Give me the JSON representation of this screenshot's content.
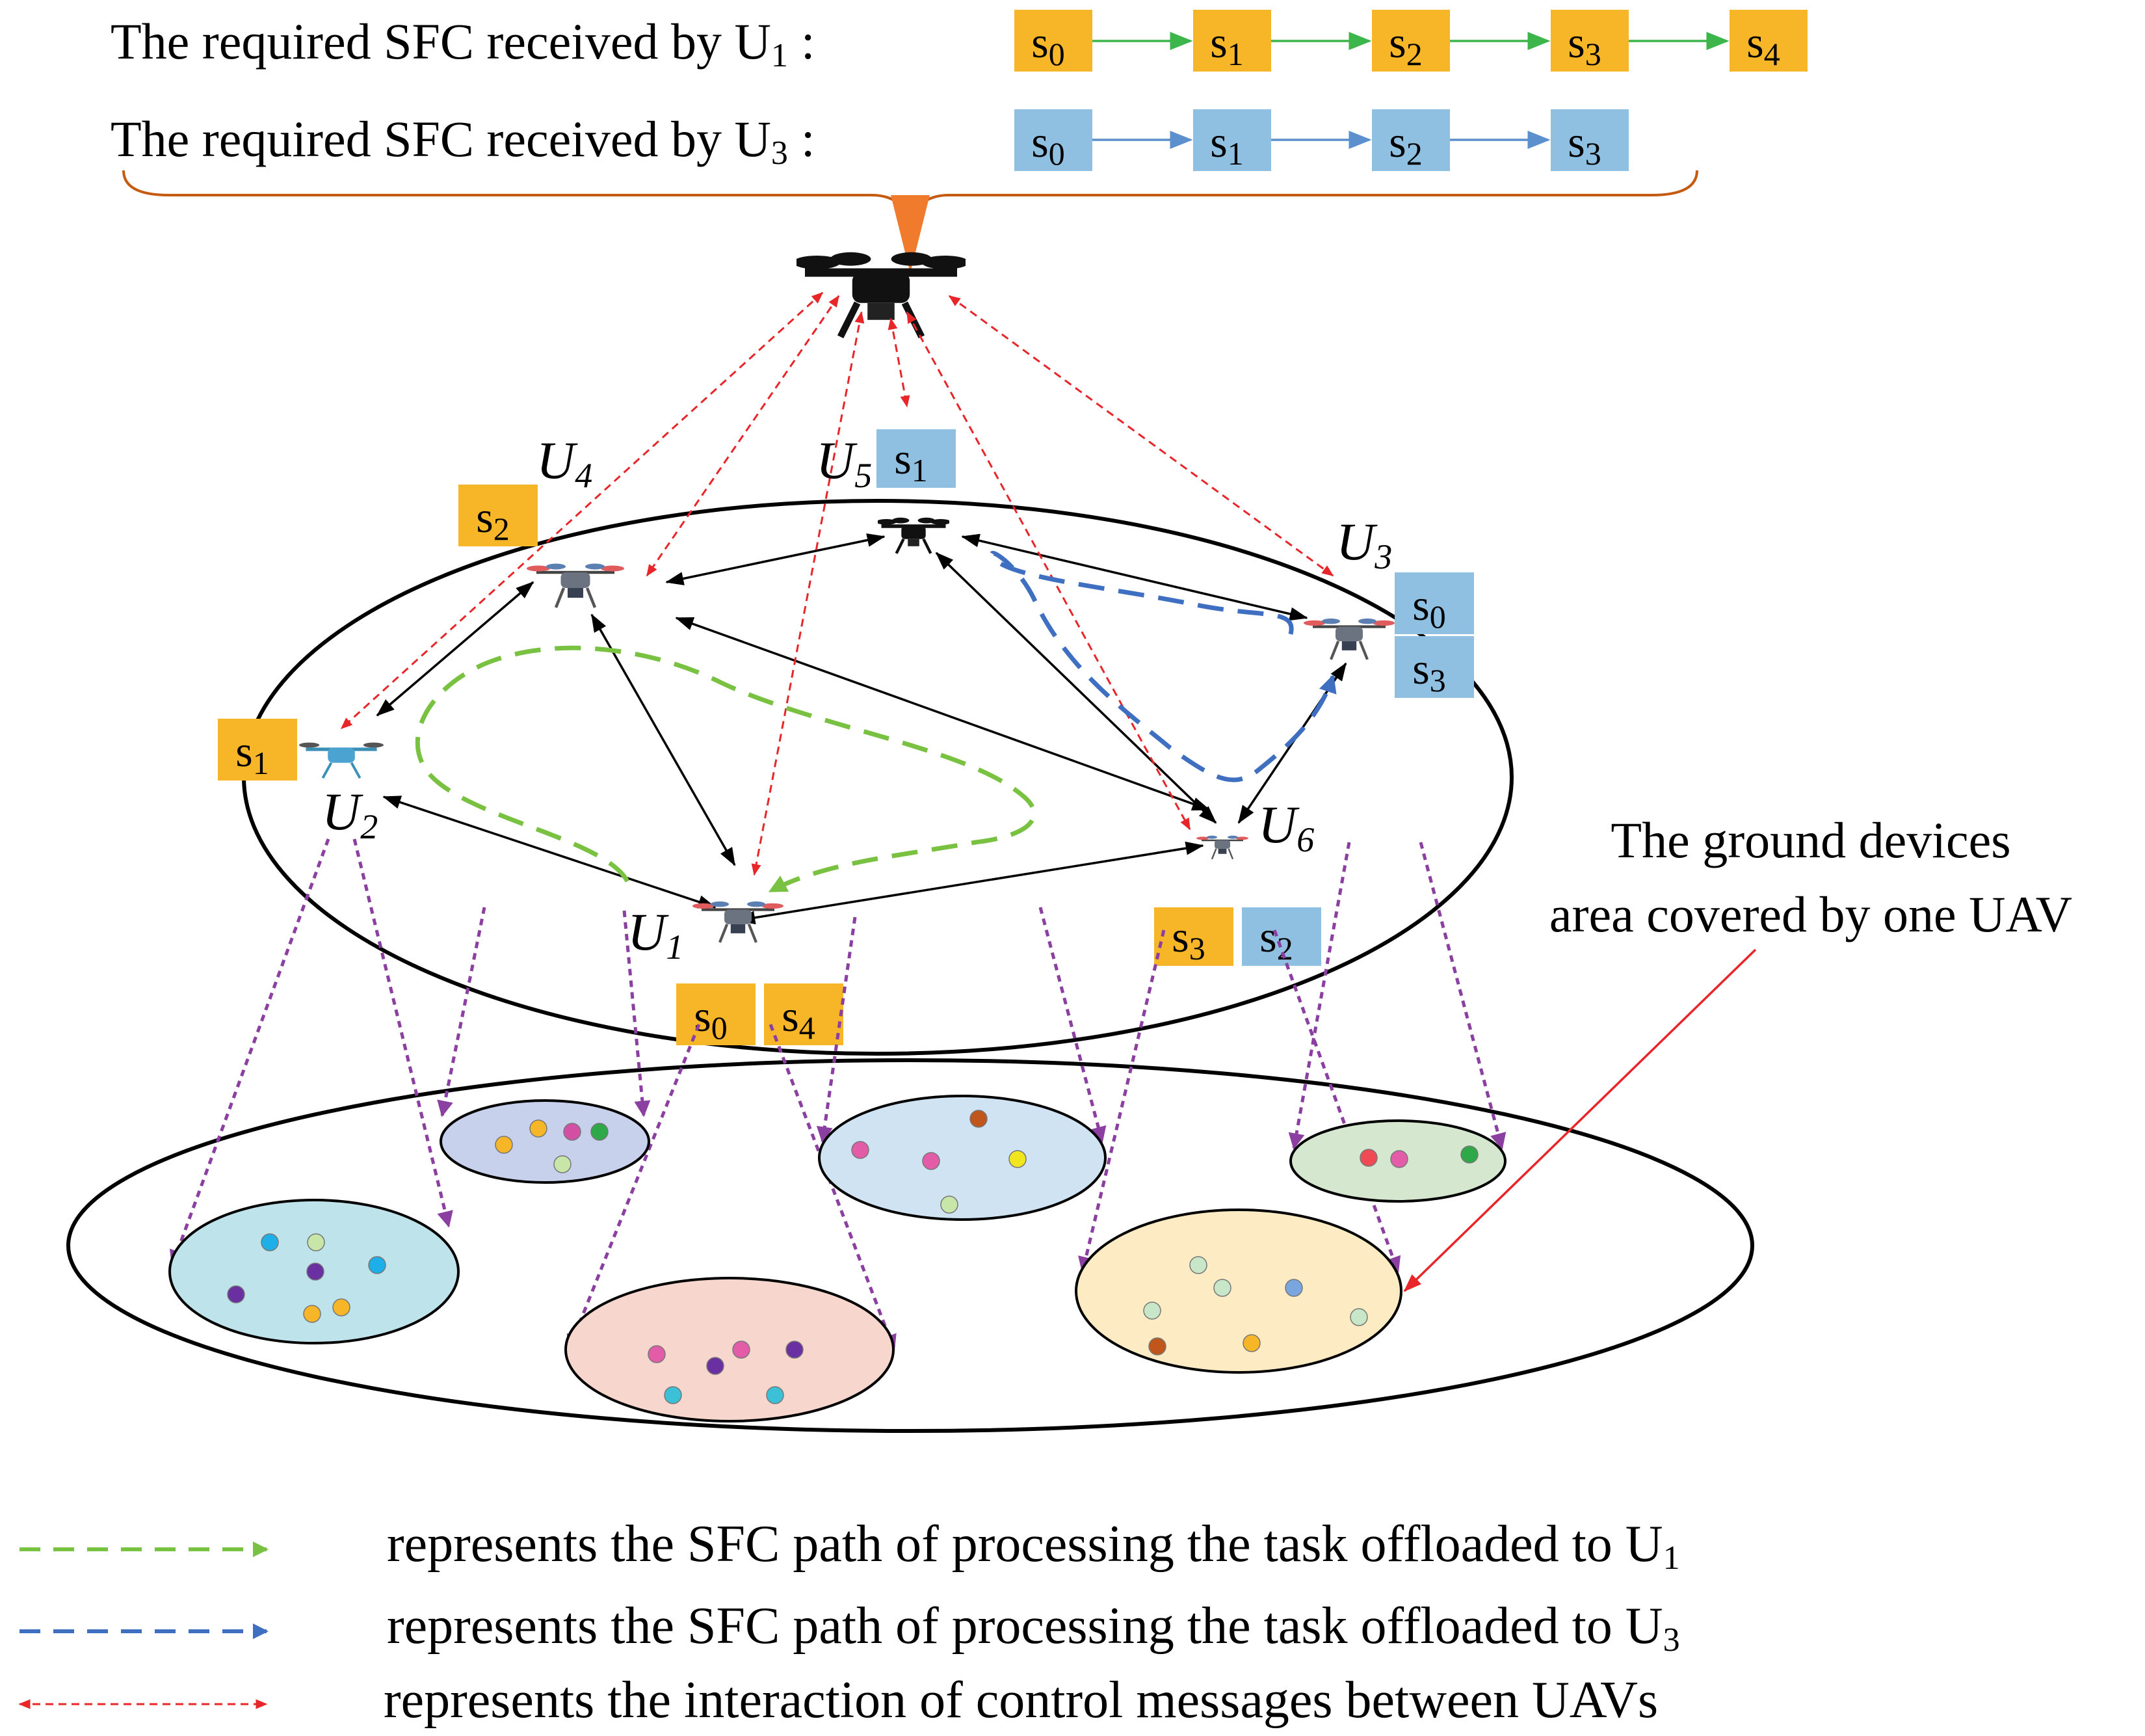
{
  "colors": {
    "u1_chain": "#f7b627",
    "u3_chain": "#8fbfe1",
    "u1_arrow": "#3cb54a",
    "u3_arrow": "#5b8fce",
    "green_path": "#79c141",
    "blue_path": "#3f6fc0",
    "control": "#e8262a",
    "coverage": "#8b3fa0",
    "bracket": "#c55a11"
  },
  "header": {
    "u1_prefix": "The required SFC received by U",
    "u1_sub": "1",
    "u3_prefix": "The required SFC received by U",
    "u3_sub": "3",
    "colon": ":",
    "u1_chain": [
      {
        "s": "s",
        "sub": "0"
      },
      {
        "s": "s",
        "sub": "1"
      },
      {
        "s": "s",
        "sub": "2"
      },
      {
        "s": "s",
        "sub": "3"
      },
      {
        "s": "s",
        "sub": "4"
      }
    ],
    "u3_chain": [
      {
        "s": "s",
        "sub": "0"
      },
      {
        "s": "s",
        "sub": "1"
      },
      {
        "s": "s",
        "sub": "2"
      },
      {
        "s": "s",
        "sub": "3"
      }
    ]
  },
  "uavs": {
    "u1": {
      "name": "U",
      "sub": "1"
    },
    "u2": {
      "name": "U",
      "sub": "2"
    },
    "u3": {
      "name": "U",
      "sub": "3"
    },
    "u4": {
      "name": "U",
      "sub": "4"
    },
    "u5": {
      "name": "U",
      "sub": "5"
    },
    "u6": {
      "name": "U",
      "sub": "6"
    }
  },
  "placements": {
    "u4_s2": {
      "s": "s",
      "sub": "2"
    },
    "u5_s1": {
      "s": "s",
      "sub": "1"
    },
    "u3_s0": {
      "s": "s",
      "sub": "0"
    },
    "u3_s3": {
      "s": "s",
      "sub": "3"
    },
    "u2_s1": {
      "s": "s",
      "sub": "1"
    },
    "u6_s3": {
      "s": "s",
      "sub": "3"
    },
    "u6_s2": {
      "s": "s",
      "sub": "2"
    },
    "u1_s0": {
      "s": "s",
      "sub": "0"
    },
    "u1_s4": {
      "s": "s",
      "sub": "4"
    }
  },
  "annotation": {
    "line1": "The ground devices",
    "line2": "area covered by one UAV"
  },
  "legend": [
    {
      "text": "represents the SFC path of processing the task offloaded to U",
      "sub": "1"
    },
    {
      "text": "represents the SFC path of processing the task offloaded to U",
      "sub": "3"
    },
    {
      "text": "represents the interaction of control messages between UAVs",
      "sub": ""
    }
  ]
}
